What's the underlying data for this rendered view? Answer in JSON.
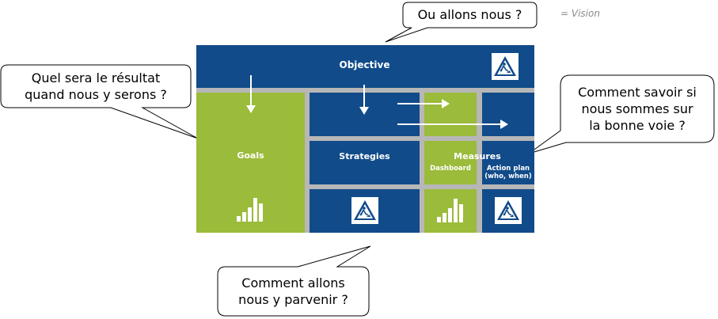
{
  "callouts": {
    "top": "Ou allons nous ?",
    "left_line1": "Quel sera le résultat",
    "left_line2": "quand nous y serons ?",
    "right_line1": "Comment savoir si",
    "right_line2": "nous sommes sur",
    "right_line3": "la bonne voie ?",
    "bottom_line1": "Comment allons",
    "bottom_line2": "nous y parvenir ?"
  },
  "vision_note": "= Vision",
  "diagram": {
    "objective": "Objective",
    "goals": "Goals",
    "strategies": "Strategies",
    "measures": "Measures",
    "dashboard": "Dashboard",
    "action_plan_line1": "Action plan",
    "action_plan_line2": "(who, when)"
  },
  "colors": {
    "blue": "#114b8a",
    "green": "#9bbb3a",
    "gap": "#b7b7b7"
  },
  "icons": [
    "work-in-progress-sign-icon",
    "bar-chart-icon",
    "arrow-down-icon",
    "arrow-right-icon"
  ]
}
